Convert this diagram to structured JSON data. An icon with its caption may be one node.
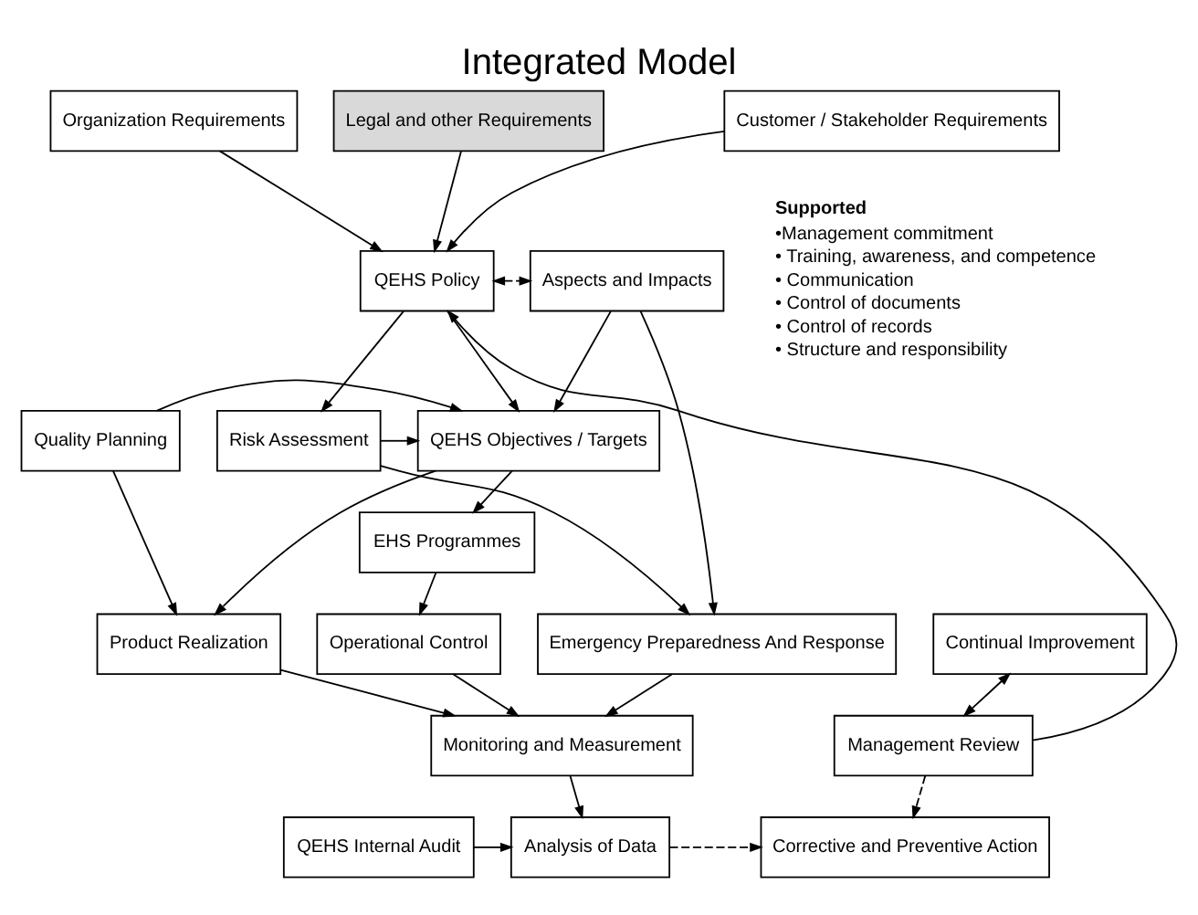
{
  "diagram": {
    "title": "Integrated Model",
    "nodes": [
      {
        "text": [
          "Customer / Stakeholder Requirements"
        ]
      },
      {
        "text": [
          "Organization Requirements"
        ]
      },
      {
        "text": [
          "Legal and other Requirements"
        ]
      },
      {
        "text": [
          "QEHS Policy"
        ]
      },
      {
        "text": [
          "Aspects and Impacts"
        ]
      },
      {
        "text": [
          "Quality Planning"
        ]
      },
      {
        "text": [
          "QEHS Objectives / Targets"
        ]
      },
      {
        "text": [
          "Risk Assessment"
        ]
      },
      {
        "text": [
          "EHS Programmes"
        ]
      },
      {
        "text": [
          "Continual Improvement"
        ]
      },
      {
        "text": [
          "Product Realization"
        ]
      },
      {
        "text": [
          "Operational Control"
        ]
      },
      {
        "text": [
          "Emergency Preparedness And Response"
        ]
      },
      {
        "text": [
          "Management Review"
        ]
      },
      {
        "text": [
          "Monitoring and Measurement"
        ]
      },
      {
        "text": [
          "QEHS Internal Audit"
        ]
      },
      {
        "text": [
          "Analysis of Data"
        ]
      },
      {
        "text": [
          "Corrective and Preventive Action"
        ]
      }
    ],
    "edges": [
      {
        "from": 0,
        "to": 3,
        "arrow": "to"
      },
      {
        "from": 1,
        "to": 3,
        "arrow": "to"
      },
      {
        "from": 2,
        "to": 3,
        "arrow": "to"
      },
      {
        "from": 13,
        "to": 3,
        "arrow": "to"
      },
      {
        "from": 3,
        "to": 4,
        "arrow": "both",
        "style": "dashed"
      },
      {
        "from": 3,
        "to": 7,
        "arrow": "to"
      },
      {
        "from": 4,
        "to": 6,
        "arrow": "to"
      },
      {
        "from": 3,
        "to": 6,
        "arrow": "to"
      },
      {
        "from": 5,
        "to": 6,
        "arrow": "to"
      },
      {
        "from": 7,
        "to": 6,
        "arrow": "to"
      },
      {
        "from": 6,
        "to": 8,
        "arrow": "to"
      },
      {
        "from": 5,
        "to": 10,
        "arrow": "to"
      },
      {
        "from": 6,
        "to": 10,
        "arrow": "to"
      },
      {
        "from": 7,
        "to": 12,
        "arrow": "to"
      },
      {
        "from": 4,
        "to": 12,
        "arrow": "to"
      },
      {
        "from": 8,
        "to": 11,
        "arrow": "to"
      },
      {
        "from": 9,
        "to": 13,
        "arrow": "both"
      },
      {
        "from": 10,
        "to": 14,
        "arrow": "to"
      },
      {
        "from": 11,
        "to": 14,
        "arrow": "to"
      },
      {
        "from": 12,
        "to": 14,
        "arrow": "to"
      },
      {
        "from": 14,
        "to": 16,
        "arrow": "to"
      },
      {
        "from": 15,
        "to": 16,
        "arrow": "to"
      },
      {
        "from": 16,
        "to": 17,
        "arrow": "to",
        "style": "dashed"
      },
      {
        "from": 13,
        "to": 17,
        "arrow": "to",
        "style": "dashed"
      }
    ],
    "labels": [
      "Supported",
      "•Management commitment",
      "• Training, awareness, and competence",
      "• Communication",
      "• Control of documents",
      "• Control of records",
      "• Structure and responsibility"
    ]
  }
}
